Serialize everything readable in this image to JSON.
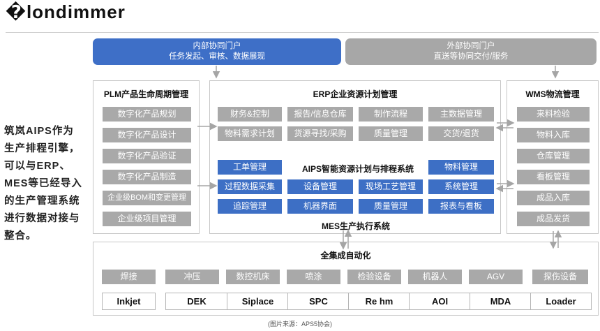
{
  "title": "�londimmer",
  "side_text": "筑岚AIPS作为生产排程引擎，可以与ERP、MES等已经导入的生产管理系统进行数据对接与整合。",
  "portals": {
    "internal": {
      "title": "内部协同门户",
      "subtitle": "任务发起、审核、数据展现"
    },
    "external": {
      "title": "外部协同门户",
      "subtitle": "直送等协同交付/服务"
    }
  },
  "plm": {
    "title": "PLM产品生命周期管理",
    "items": [
      "数字化产品规划",
      "数字化产品设计",
      "数字化产品验证",
      "数字化产品制造",
      "企业级BOM和变更管理",
      "企业级项目管理"
    ]
  },
  "erp": {
    "title": "ERP企业资源计划管理",
    "row1": [
      "财务&控制",
      "报告/信息仓库",
      "制作流程",
      "主数据管理"
    ],
    "row2": [
      "物料需求计划",
      "货源寻找/采购",
      "质量管理",
      "交货/退货"
    ]
  },
  "aips": {
    "title": "AIPS智能资源计划与排程系统",
    "left": [
      "工单管理",
      "过程数据采集",
      "追踪管理"
    ],
    "right": [
      "物料管理",
      "系统管理",
      "报表与看板"
    ],
    "middle_row2": [
      "设备管理",
      "现场工艺管理"
    ],
    "middle_row3": [
      "机器界面",
      "质量管理"
    ]
  },
  "mes": {
    "title": "MES生产执行系统"
  },
  "wms": {
    "title": "WMS物流管理",
    "items": [
      "来料检验",
      "物料入库",
      "仓库管理",
      "看板管理",
      "成品入库",
      "成品发货"
    ]
  },
  "automation": {
    "title": "全集成自动化",
    "grey_row": [
      "焊接",
      "冲压",
      "数控机床",
      "喷涂",
      "检验设备",
      "机器人",
      "AGV",
      "探伤设备"
    ],
    "first_white": "Inkjet",
    "white_row": [
      "DEK",
      "Siplace",
      "SPC",
      "Re hm",
      "AOI",
      "MDA",
      "Loader"
    ]
  },
  "source": "(图片来源：APS5协会)"
}
